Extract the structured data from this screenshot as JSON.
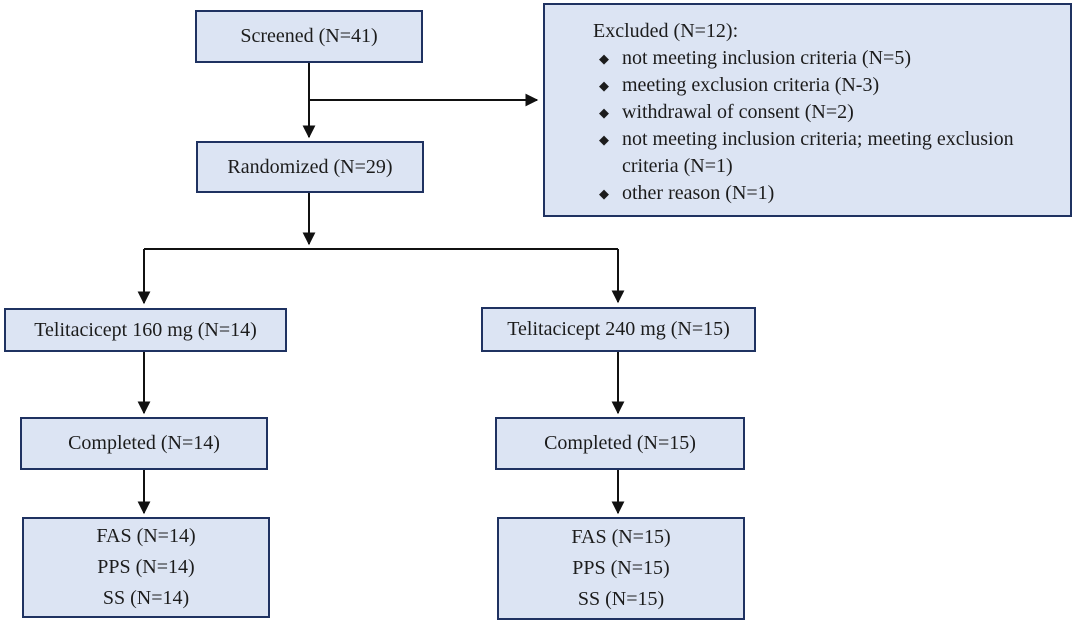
{
  "diagram": {
    "type": "clinical-trial-consort-flowchart",
    "colors": {
      "box_fill": "#dce4f3",
      "box_border": "#1f3261",
      "arrow": "#111111",
      "text": "#1c1c1c",
      "background": "#ffffff"
    },
    "boxes": {
      "screened": "Screened (N=41)",
      "randomized": "Randomized (N=29)",
      "arm_160": "Telitacicept 160 mg (N=14)",
      "arm_240": "Telitacicept 240 mg (N=15)",
      "completed_160": "Completed (N=14)",
      "completed_240": "Completed (N=15)",
      "analysis_160": "FAS (N=14)\nPPS (N=14)\nSS (N=14)",
      "analysis_240": "FAS (N=15)\nPPS (N=15)\nSS (N=15)"
    },
    "excluded": {
      "title": "Excluded (N=12):",
      "bullet_glyph": "◆",
      "items": [
        "not meeting inclusion criteria (N=5)",
        "meeting exclusion criteria (N-3)",
        "withdrawal of consent (N=2)",
        "not meeting inclusion criteria; meeting exclusion\ncriteria (N=1)",
        "other reason (N=1)"
      ]
    }
  }
}
